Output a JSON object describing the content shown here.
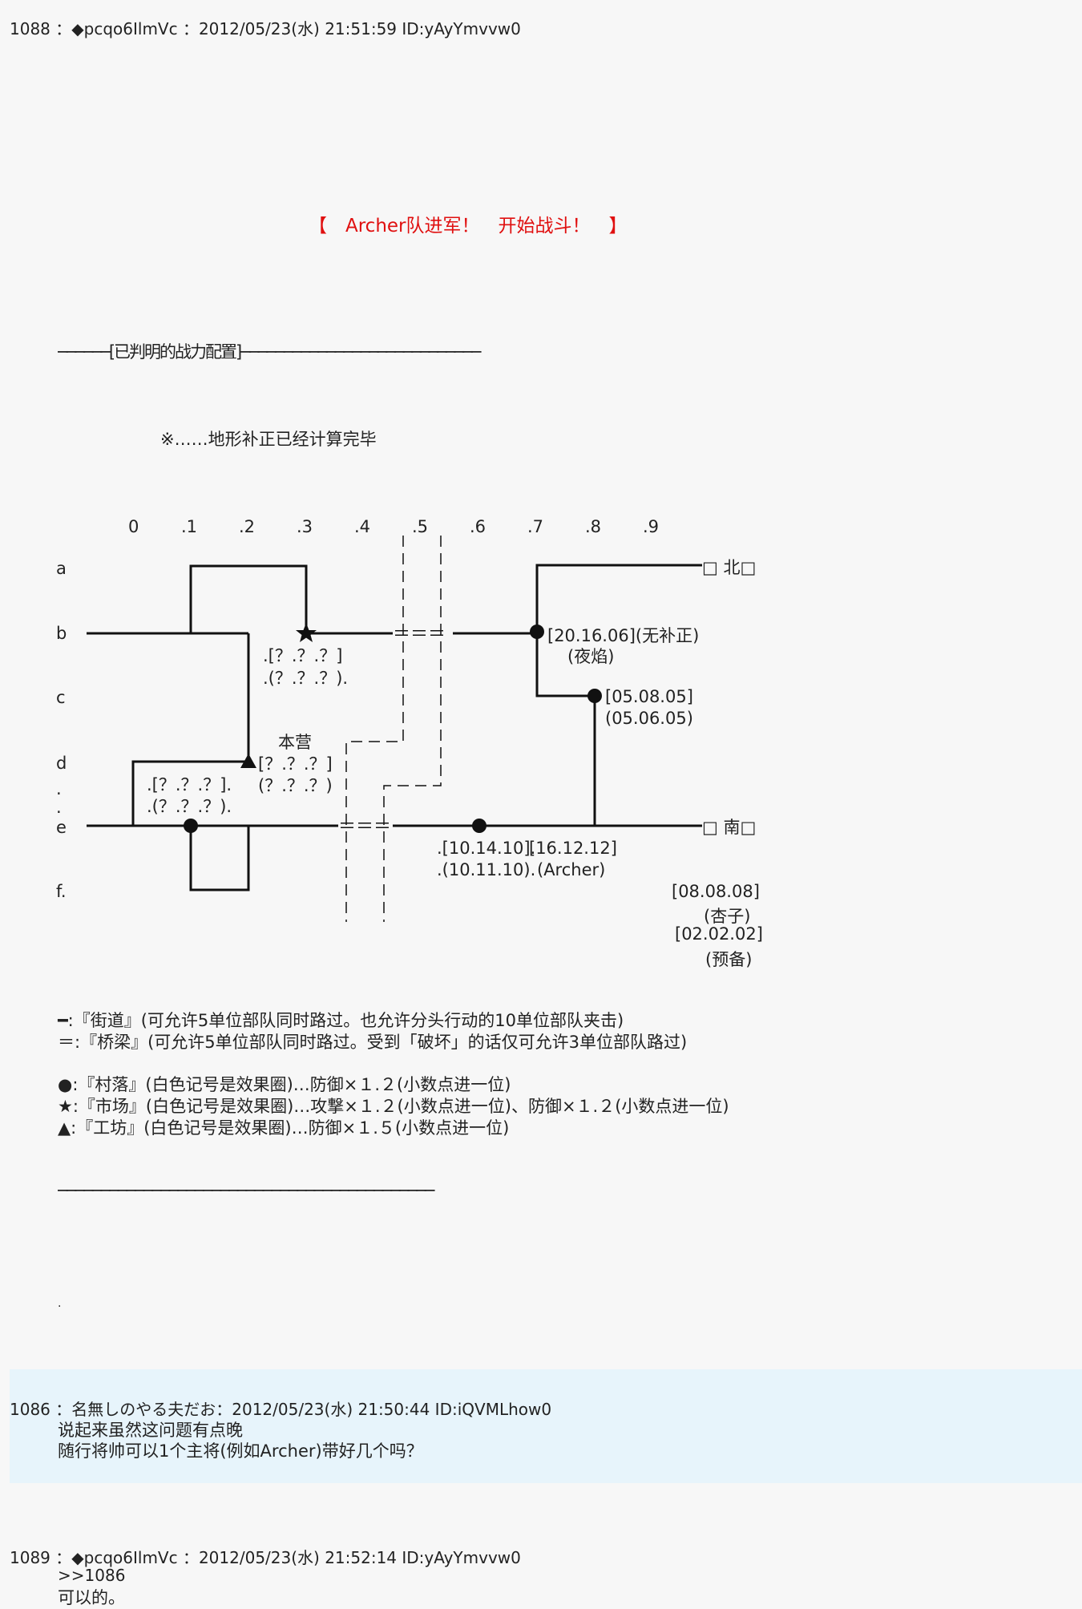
{
  "post_1088": {
    "header": "1088 ：◆pcqo6IlmVc ：2012/05/23(水) 21:51:59 ID:yAyYmvvw0",
    "banner": "【　Archer队进军！　开始战斗！　】",
    "section_title": "──────[已判明的战力配置]────────────────────────────",
    "note": "※……地形补正已经计算完毕",
    "map": {
      "col_labels": [
        "0",
        ".1",
        ".2",
        ".3",
        ".4",
        ".5",
        ".6",
        ".7",
        ".8",
        ".9"
      ],
      "row_labels": [
        "a",
        "b",
        "c",
        "d",
        ".",
        ".",
        "e",
        "f."
      ],
      "north_exit": "□ 北□",
      "south_exit": "□ 南□",
      "star_info": [
        ".[？.？.？]",
        ".(？.？.？)."
      ],
      "yeyan_info": [
        "[20.16.06](无补正)",
        "(夜焰)"
      ],
      "c_node_info": [
        "[05.08.05]",
        "(05.06.05)"
      ],
      "honei_label": "本营",
      "honei_info": [
        "[？.？.？]",
        "(？.？.？)"
      ],
      "e_left_info": [
        ".[？.？.？].",
        ".(？.？.？)."
      ],
      "e_mid_info": [
        ".[10.14.10].",
        ".(10.11.10)."
      ],
      "archer_info": [
        "[16.12.12]",
        "(Archer)"
      ],
      "anzu_info": [
        "[08.08.08]",
        "(杏子)"
      ],
      "reserve_info": [
        "[02.02.02]",
        "(预备)"
      ]
    },
    "legend": [
      "━:『街道』(可允许5单位部队同时路过。也允许分头行动的10单位部队夹击)",
      "＝:『桥梁』(可允许5单位部队同时路过。受到「破坏」的话仅可允许3单位部队路过)",
      "●:『村落』(白色记号是效果圈)…防御×１.２(小数点进一位)",
      "★:『市场』(白色记号是效果圈)…攻撃×１.２(小数点进一位)、防御×１.２(小数点进一位)",
      "▲:『工坊』(白色记号是效果圈)…防御×１.５(小数点进一位)"
    ],
    "rule": "────────────────────────────────────────────",
    "tail": "."
  },
  "post_1086": {
    "header": "1086 ：名無しのやる夫だお：2012/05/23(水) 21:50:44 ID:iQVMLhow0",
    "lines": [
      "说起来虽然这问题有点晚",
      "随行将帅可以1个主将(例如Archer)带好几个吗？"
    ]
  },
  "post_1089": {
    "header": "1089 ：◆pcqo6IlmVc ：2012/05/23(水) 21:52:14 ID:yAyYmvvw0",
    "lines": [
      ">>1086",
      "可以的。"
    ]
  }
}
